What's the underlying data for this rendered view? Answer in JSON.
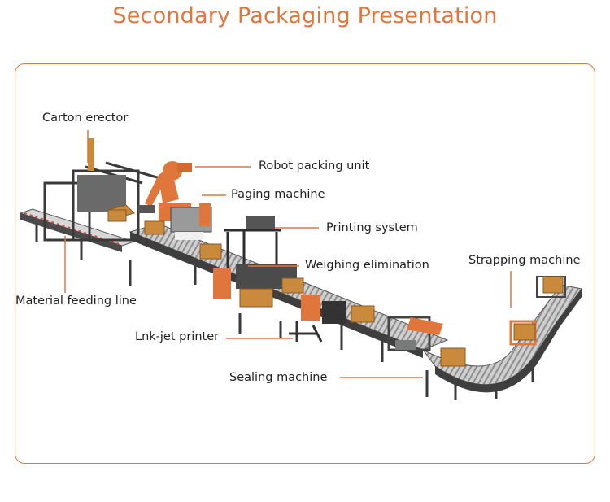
{
  "title": "Secondary Packaging Presentation",
  "accent_color": "#e0763b",
  "labels": {
    "carton_erector": "Carton erector",
    "robot_packing_unit": "Robot packing unit",
    "paging_machine": "Paging machine",
    "printing_system": "Printing system",
    "weighing_elimination": "Weighing elimination",
    "strapping_machine": "Strapping machine",
    "material_feeding_line": "Material feeding line",
    "lnk_jet_printer": "Lnk-jet printer",
    "sealing_machine": "Sealing machine"
  }
}
